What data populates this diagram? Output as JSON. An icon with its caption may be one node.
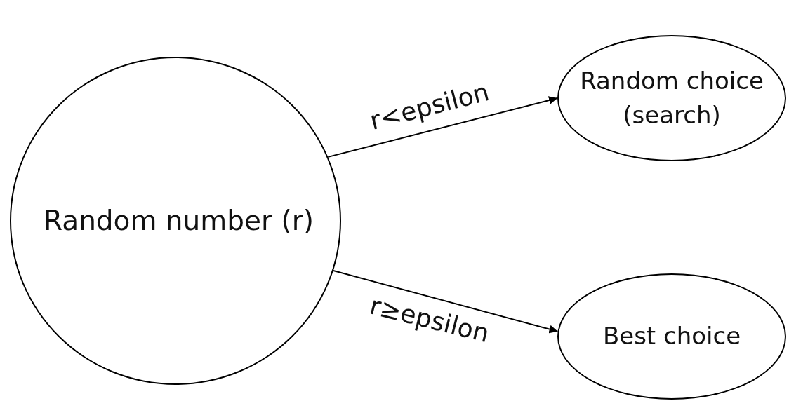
{
  "diagram": {
    "nodes": [
      {
        "text": [
          "Random number (r)"
        ]
      },
      {
        "text": [
          "Random choice (search)"
        ]
      },
      {
        "text": [
          "Best choice"
        ]
      }
    ],
    "edges": [
      {
        "from": 0,
        "to": 1,
        "arrow": "to",
        "label": "r<epsilon"
      },
      {
        "from": 0,
        "to": 2,
        "arrow": "to",
        "label": "r≥epsilon"
      }
    ]
  }
}
